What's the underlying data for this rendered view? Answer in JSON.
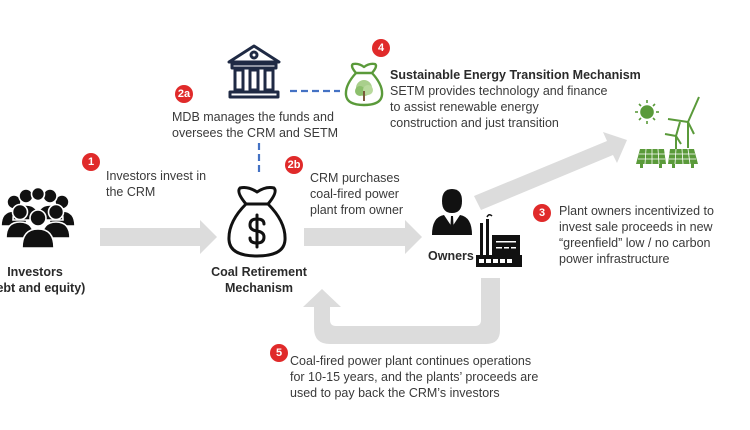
{
  "diagram": {
    "colors": {
      "badge": "#e02a2a",
      "arrow": "#dcdcdc",
      "dashed_line": "#4472c4",
      "bank_icon": "#1f2a44",
      "green": "#5a9a3a",
      "icon_black": "#111111"
    },
    "nodes": {
      "investors": {
        "icon": "group-of-people-icon",
        "label_line1": "Investors",
        "label_line2": "(debt and equity)"
      },
      "crm": {
        "icon": "money-bag-dollar-icon",
        "label_line1": "Coal Retirement",
        "label_line2": "Mechanism"
      },
      "mdb": {
        "icon": "bank-building-icon"
      },
      "setm": {
        "icon": "green-money-bag-tree-icon",
        "title": "Sustainable Energy Transition Mechanism",
        "line1": "SETM provides technology and finance",
        "line2": "to assist renewable energy",
        "line3": "construction and just transition"
      },
      "owners": {
        "icon": "businessman-icon",
        "factory_icon": "factory-icon",
        "label": "Owners"
      },
      "renewables": {
        "icon": "sun-wind-solar-icon"
      }
    },
    "steps": [
      {
        "badge": "1",
        "line1": "Investors invest in",
        "line2": "the CRM"
      },
      {
        "badge": "2a",
        "line1": "MDB manages the funds and",
        "line2": "oversees the CRM and SETM"
      },
      {
        "badge": "2b",
        "line1": "CRM purchases",
        "line2": "coal-fired power",
        "line3": "plant from owner"
      },
      {
        "badge": "3",
        "line1": "Plant owners incentivized to",
        "line2": "invest sale proceeds in new",
        "line3": "“greenfield” low / no carbon",
        "line4": "power infrastructure"
      },
      {
        "badge": "4"
      },
      {
        "badge": "5",
        "line1": "Coal-fired power plant continues operations",
        "line2": "for 10-15 years, and the plants’ proceeds are",
        "line3": "used to pay back the CRM’s investors"
      }
    ]
  }
}
